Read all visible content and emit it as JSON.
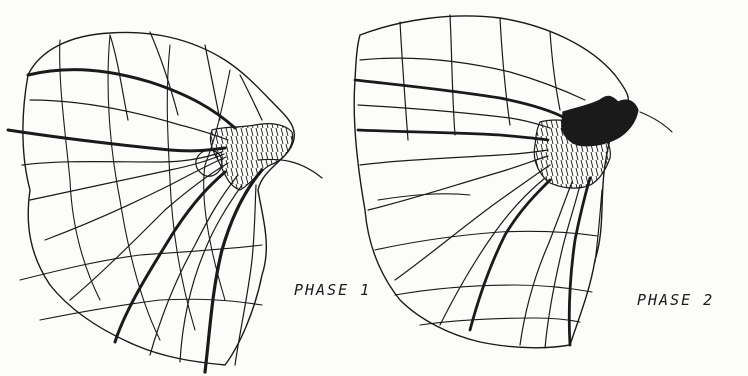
{
  "diagrams": [
    {
      "id": "phase-1",
      "label": "PHASE 1"
    },
    {
      "id": "phase-2",
      "label": "PHASE 2"
    }
  ],
  "colors": {
    "ink": "#1a1a1a",
    "paper": "#fcfcfa"
  }
}
